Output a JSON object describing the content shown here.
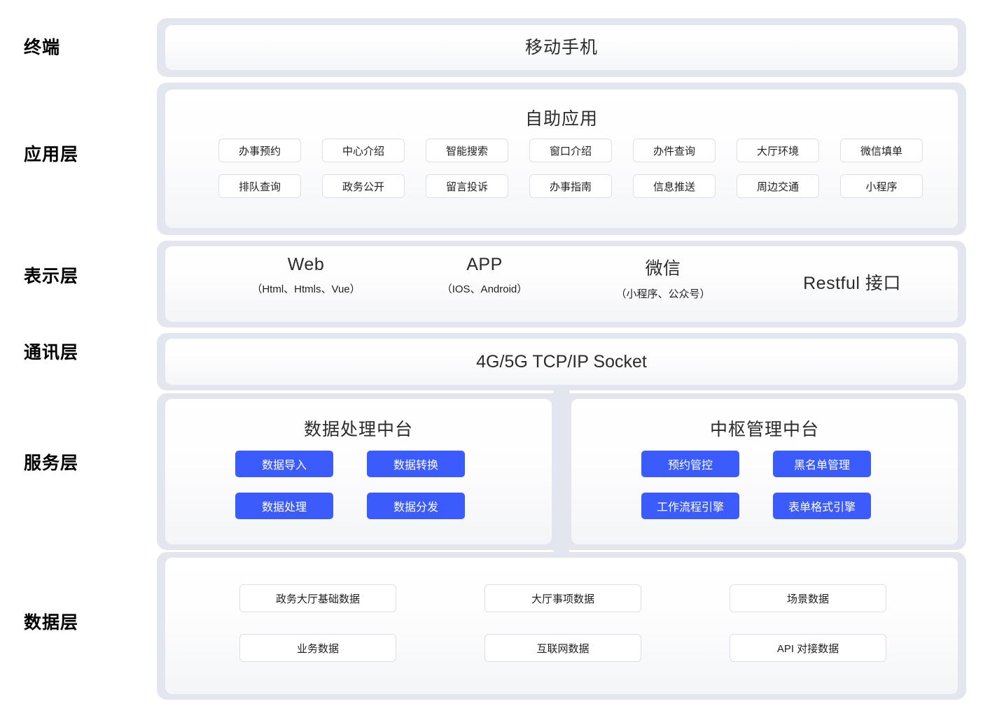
{
  "layers": [
    {
      "id": "terminal",
      "label": "终端"
    },
    {
      "id": "application",
      "label": "应用层"
    },
    {
      "id": "presentation",
      "label": "表示层"
    },
    {
      "id": "communication",
      "label": "通讯层"
    },
    {
      "id": "service",
      "label": "服务层"
    },
    {
      "id": "data",
      "label": "数据层"
    }
  ],
  "terminal": {
    "title": "移动手机"
  },
  "application": {
    "title": "自助应用",
    "row1": [
      "办事预约",
      "中心介绍",
      "智能搜索",
      "窗口介绍",
      "办件查询",
      "大厅环境",
      "微信填单"
    ],
    "row2": [
      "排队查询",
      "政务公开",
      "留言投诉",
      "办事指南",
      "信息推送",
      "周边交通",
      "小程序"
    ]
  },
  "presentation": {
    "columns": [
      {
        "main": "Web",
        "sub": "（Html、Htmls、Vue）"
      },
      {
        "main": "APP",
        "sub": "（IOS、Android）"
      },
      {
        "main": "微信",
        "sub": "（小程序、公众号）"
      },
      {
        "main": "Restful 接口",
        "sub": ""
      }
    ]
  },
  "communication": {
    "items": [
      "4G/5G",
      "TCP/IP",
      "Socket"
    ]
  },
  "service": {
    "panels": [
      {
        "title": "数据处理中台",
        "buttons": [
          "数据导入",
          "数据转换",
          "数据处理",
          "数据分发"
        ]
      },
      {
        "title": "中枢管理中台",
        "buttons": [
          "预约管控",
          "黑名单管理",
          "工作流程引擎",
          "表单格式引擎"
        ]
      }
    ]
  },
  "data": {
    "row1": [
      "政务大厅基础数据",
      "大厅事项数据",
      "场景数据"
    ],
    "row2": [
      "业务数据",
      "互联网数据",
      "API 对接数据"
    ]
  },
  "colors": {
    "shell": "#e3e6ee",
    "panel_top": "#ffffff",
    "panel_bottom": "#f4f5f7",
    "accent_blue": "#3b5bfd",
    "chip_border": "#dcdfe6",
    "text": "#1f1f1f"
  }
}
